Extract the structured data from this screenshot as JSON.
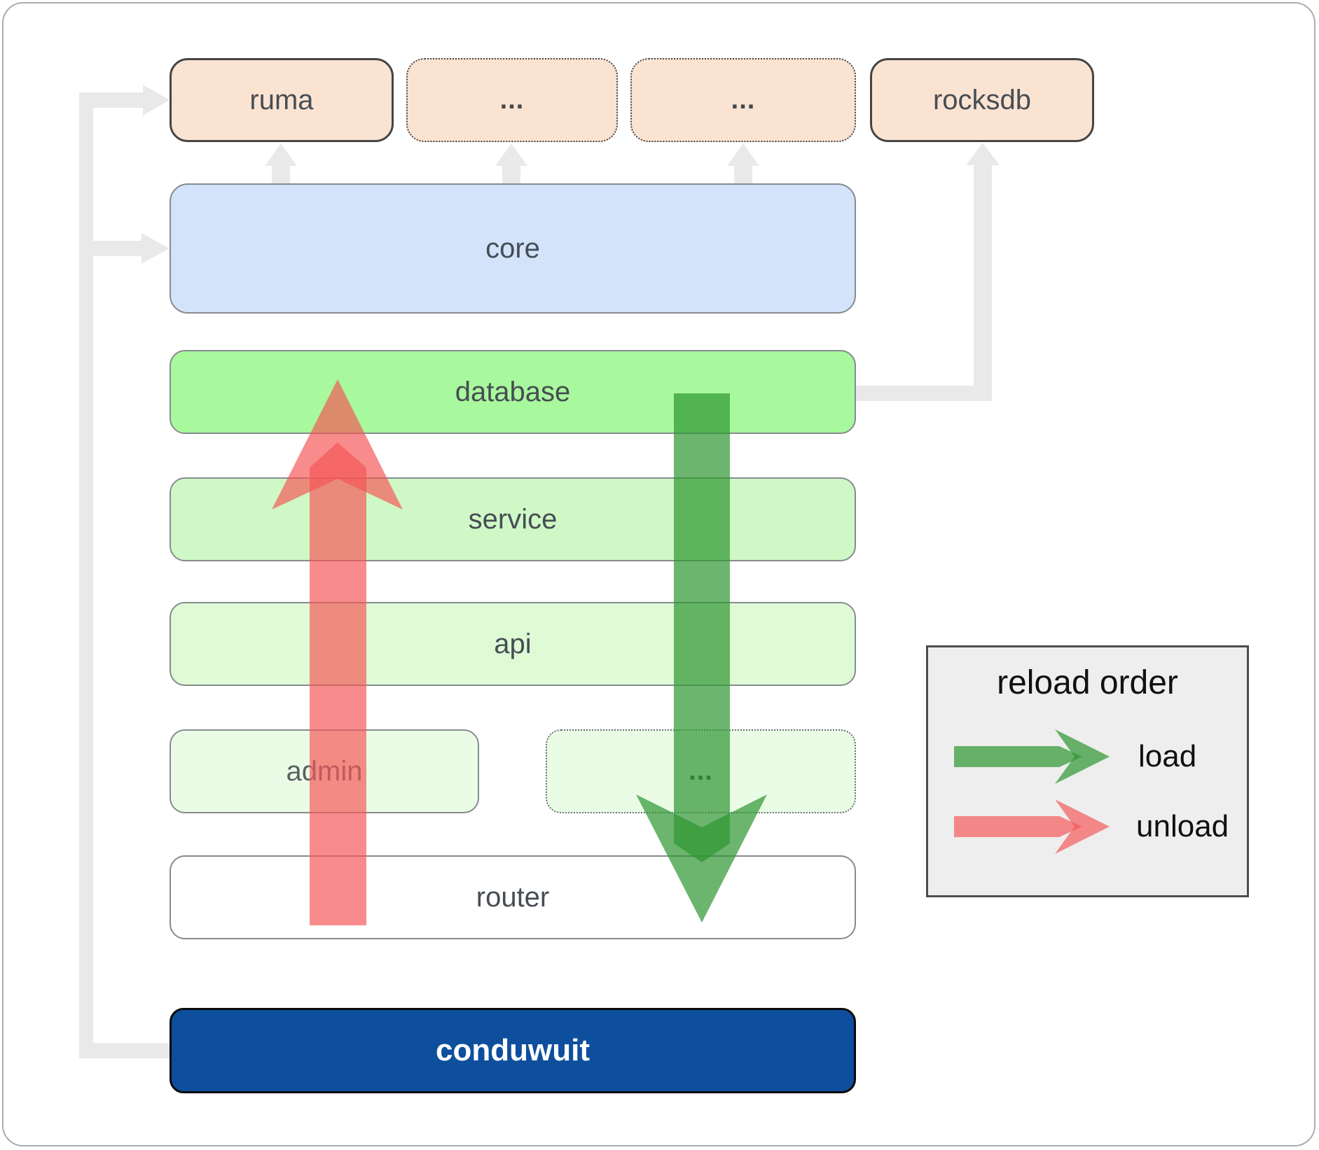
{
  "boxes": {
    "ruma": {
      "label": "ruma"
    },
    "top_ellipsis_1": {
      "label": "..."
    },
    "top_ellipsis_2": {
      "label": "..."
    },
    "rocksdb": {
      "label": "rocksdb"
    },
    "core": {
      "label": "core"
    },
    "database": {
      "label": "database"
    },
    "service": {
      "label": "service"
    },
    "api": {
      "label": "api"
    },
    "admin": {
      "label": "admin"
    },
    "mid_ellipsis": {
      "label": "..."
    },
    "router": {
      "label": "router"
    },
    "conduwuit": {
      "label": "conduwuit"
    }
  },
  "legend": {
    "title": "reload order",
    "items": [
      {
        "label": "load",
        "color": "#2d9630",
        "direction": "down"
      },
      {
        "label": "unload",
        "color": "#f55555",
        "direction": "up"
      }
    ]
  },
  "arrows": {
    "load": {
      "name": "load-arrow",
      "from": "database",
      "to": "router",
      "color": "rgba(45,150,48,0.7)"
    },
    "unload": {
      "name": "unload-arrow",
      "from": "router",
      "to": "database",
      "color": "rgba(245,85,85,0.68)"
    }
  },
  "connectors": {
    "color": "#e9e9e9",
    "items": [
      "conduwuit-to-ruma",
      "conduwuit-to-core",
      "core-to-ruma",
      "core-to-ellipsis-1",
      "core-to-ellipsis-2",
      "database-to-rocksdb"
    ]
  },
  "colors": {
    "peach_box": "#fbe3d2",
    "core_blue": "#d2e3fa",
    "database_green": "#a8f89d",
    "service_green": "#cff8c6",
    "api_green": "#dffbd6",
    "admin_green": "#eafce6",
    "router_white": "#ffffff",
    "conduwuit_blue": "#0e4f9d",
    "connector_gray": "#e9e9e9",
    "legend_bg": "#eeeeee"
  }
}
